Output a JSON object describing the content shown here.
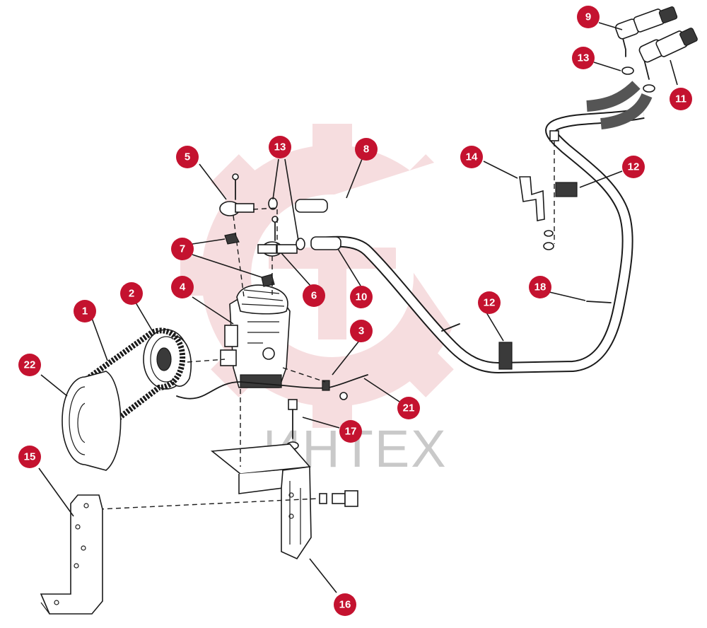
{
  "diagram": {
    "watermark_text": "ИНТЕХ",
    "callouts": [
      {
        "id": "c1",
        "label": "1"
      },
      {
        "id": "c2",
        "label": "2"
      },
      {
        "id": "c3",
        "label": "3"
      },
      {
        "id": "c4",
        "label": "4"
      },
      {
        "id": "c5",
        "label": "5"
      },
      {
        "id": "c6",
        "label": "6"
      },
      {
        "id": "c7",
        "label": "7"
      },
      {
        "id": "c8",
        "label": "8"
      },
      {
        "id": "c9",
        "label": "9"
      },
      {
        "id": "c10",
        "label": "10"
      },
      {
        "id": "c11",
        "label": "11"
      },
      {
        "id": "c12a",
        "label": "12"
      },
      {
        "id": "c12b",
        "label": "12"
      },
      {
        "id": "c13a",
        "label": "13"
      },
      {
        "id": "c13b",
        "label": "13"
      },
      {
        "id": "c14",
        "label": "14"
      },
      {
        "id": "c15",
        "label": "15"
      },
      {
        "id": "c16",
        "label": "16"
      },
      {
        "id": "c17",
        "label": "17"
      },
      {
        "id": "c18",
        "label": "18"
      },
      {
        "id": "c21",
        "label": "21"
      },
      {
        "id": "c22",
        "label": "22"
      }
    ],
    "colors": {
      "badge": "#c4122f",
      "line": "#1a1a1a",
      "watermark": "#e8a0a6"
    }
  }
}
